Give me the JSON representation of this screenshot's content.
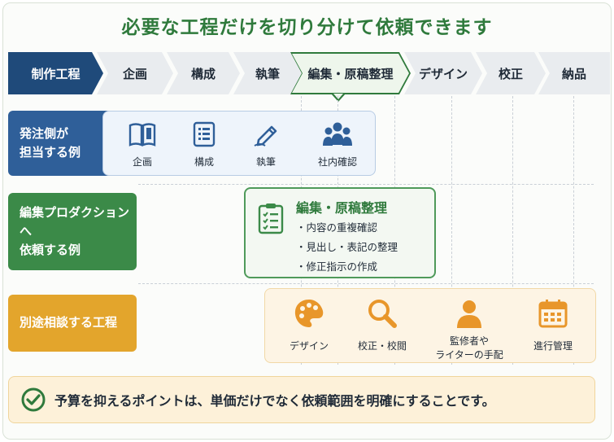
{
  "title": "必要な工程だけを切り分けて依頼できます",
  "steps": [
    {
      "label": "制作工程",
      "kind": "header"
    },
    {
      "label": "企画",
      "kind": "normal"
    },
    {
      "label": "構成",
      "kind": "normal"
    },
    {
      "label": "執筆",
      "kind": "normal"
    },
    {
      "label": "編集・原稿整理",
      "kind": "highlight"
    },
    {
      "label": "デザイン",
      "kind": "normal"
    },
    {
      "label": "校正",
      "kind": "normal"
    },
    {
      "label": "納品",
      "kind": "normal"
    }
  ],
  "rows": {
    "inhouse": {
      "label_line1": "発注側が",
      "label_line2": "担当する例",
      "items": [
        {
          "label": "企画",
          "icon": "book-icon"
        },
        {
          "label": "構成",
          "icon": "list-document-icon"
        },
        {
          "label": "執筆",
          "icon": "pen-icon"
        },
        {
          "label": "社内確認",
          "icon": "people-icon"
        }
      ]
    },
    "editing": {
      "label_line1": "編集プロダクションへ",
      "label_line2": "依頼する例",
      "title": "編集・原稿整理",
      "icon": "clipboard-checklist-icon",
      "items": [
        "内容の重複確認",
        "見出し・表記の整理",
        "修正指示の作成"
      ]
    },
    "separate": {
      "label": "別途相談する工程",
      "items": [
        {
          "label": "デザイン",
          "icon": "palette-icon"
        },
        {
          "label": "校正・校閲",
          "icon": "magnifier-icon"
        },
        {
          "label_line1": "監修者や",
          "label_line2": "ライターの手配",
          "icon": "person-icon"
        },
        {
          "label": "進行管理",
          "icon": "calendar-icon"
        }
      ]
    }
  },
  "tip": {
    "icon": "check-circle-icon",
    "text": "予算を抑えるポイントは、単価だけでなく依頼範囲を明確にすることです。"
  },
  "colors": {
    "header_navy": "#1f4a7a",
    "step_gray": "#e9ecef",
    "highlight_green": "#2f7a3c",
    "highlight_fill": "#eef6ec",
    "blue_label": "#2f5f99",
    "green_label": "#3b8a48",
    "orange_label": "#e3a52c",
    "orange_icon": "#e8962a",
    "blue_icon": "#2f5f99"
  }
}
